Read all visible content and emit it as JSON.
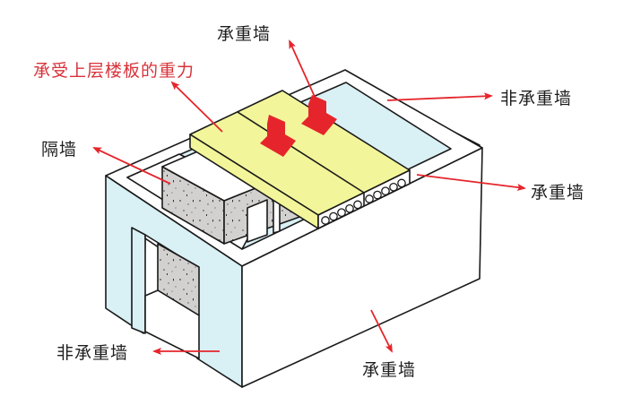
{
  "title": "承重墙与非承重墙示意图",
  "colors": {
    "slab": "#f3f59a",
    "arrow_red": "#e5252b",
    "annotation_red": "#d8323a",
    "wall_blue": "#d9f0f5",
    "partition_gray": "#d3d1d0",
    "outline": "#1a1a1a",
    "text": "#1e1e1e"
  },
  "labels": {
    "top_load_wall": "承重墙",
    "slab_load": "承受上层楼板的重力",
    "partition": "隔墙",
    "right_non_load_wall": "非承重墙",
    "right_load_wall": "承重墙",
    "left_non_load_wall": "非承重墙",
    "bottom_load_wall": "承重墙"
  }
}
